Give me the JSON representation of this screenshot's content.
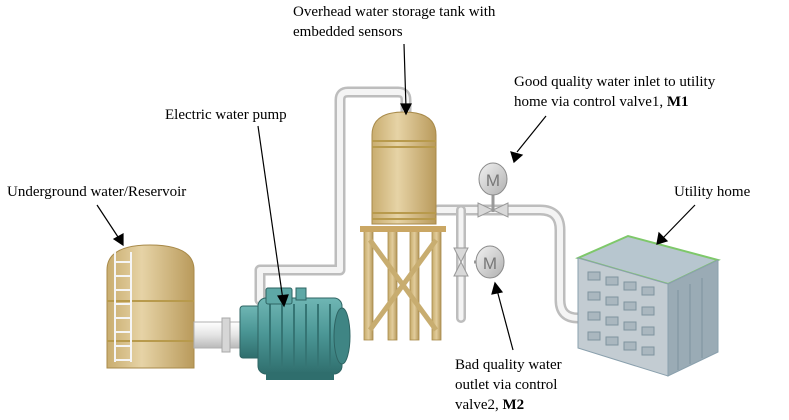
{
  "labels": {
    "tank_line1": "Overhead water storage tank with",
    "tank_line2": "embedded sensors",
    "inlet_line1": "Good quality water inlet to utility",
    "inlet_line2_prefix": "home via control valve1, ",
    "inlet_line2_bold": "M1",
    "pump": "Electric water pump",
    "reservoir": "Underground water/Reservoir",
    "home": "Utility home",
    "outlet_line1": "Bad quality water",
    "outlet_line2": "outlet via control",
    "outlet_line3_prefix": "valve2, ",
    "outlet_line3_bold": "M2"
  },
  "valves": {
    "valve1_symbol": "M",
    "valve2_symbol": "M"
  },
  "colors": {
    "tank_body": "#d8c08a",
    "tank_band": "#b89a4c",
    "pipe": "#e6e6e6",
    "pump": "#4f9a99",
    "building": "#a9b8c1",
    "building_trim": "#7ec86a"
  }
}
